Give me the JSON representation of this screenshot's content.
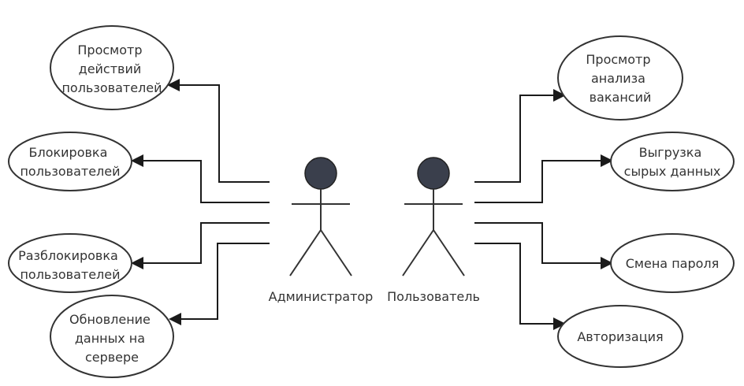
{
  "actors": {
    "admin": {
      "label": "Администратор"
    },
    "user": {
      "label": "Пользователь"
    }
  },
  "use_cases": {
    "view_user_actions": {
      "lines": [
        "Просмотр",
        "действий",
        "пользователей"
      ]
    },
    "block_users": {
      "lines": [
        "Блокировка",
        "пользователей"
      ]
    },
    "unblock_users": {
      "lines": [
        "Разблокировка",
        "пользователей"
      ]
    },
    "update_server_data": {
      "lines": [
        "Обновление",
        "данных на",
        "сервере"
      ]
    },
    "view_vacancy_analysis": {
      "lines": [
        "Просмотр",
        "анализа",
        "вакансий"
      ]
    },
    "export_raw_data": {
      "lines": [
        "Выгрузка",
        "сырых данных"
      ]
    },
    "change_password": {
      "lines": [
        "Смена пароля"
      ]
    },
    "authorization": {
      "lines": [
        "Авторизация"
      ]
    }
  },
  "colors": {
    "actor_head": "#3a3f4c",
    "stroke": "#333333",
    "edge": "#1a1a1a"
  }
}
